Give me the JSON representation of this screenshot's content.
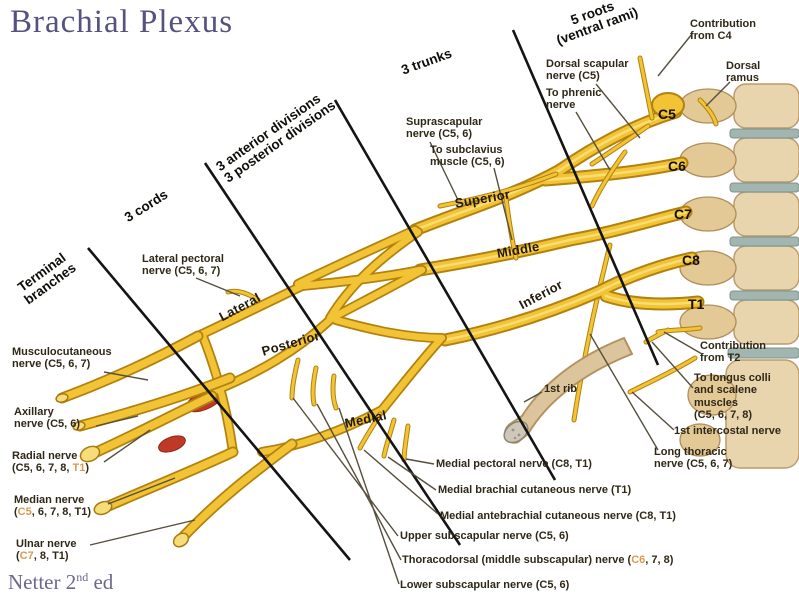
{
  "title": "Brachial Plexus",
  "credit": {
    "pre": "Netter 2",
    "sup": "nd",
    "post": " ed"
  },
  "sections": {
    "roots": "5 roots\n(ventral rami)",
    "trunks": "3 trunks",
    "divisions": "3 anterior divisions\n3 posterior divisions",
    "cords": "3 cords",
    "terminal": "Terminal\nbranches"
  },
  "trunk_labels": {
    "superior": "Superior",
    "middle": "Middle",
    "inferior": "Inferior"
  },
  "cord_labels": {
    "lateral": "Lateral",
    "posterior": "Posterior",
    "medial": "Medial"
  },
  "vertebrae": {
    "c5": "C5",
    "c6": "C6",
    "c7": "C7",
    "c8": "C8",
    "t1": "T1"
  },
  "labels": {
    "contribution_c4": "Contribution\nfrom C4",
    "dorsal_ramus": "Dorsal\nramus",
    "dorsal_scapular": "Dorsal scapular\nnerve (C5)",
    "to_phrenic": "To phrenic\nnerve",
    "suprascapular": "Suprascapular\nnerve (C5, 6)",
    "to_subclavius": "To subclavius\nmuscle (C5, 6)",
    "lateral_pectoral": "Lateral pectoral\nnerve (C5, 6, 7)",
    "musculocutaneous": "Musculocutaneous\nnerve (C5, 6, 7)",
    "axillary": "Axillary\nnerve (C5, 6)",
    "radial": {
      "line1": "Radial nerve",
      "pre": "(C5, 6, 7, 8, ",
      "fade": "T1",
      "post": ")"
    },
    "median": {
      "line1": "Median nerve",
      "pre": "(",
      "fade": "C5",
      "post": ", 6, 7, 8, T1)"
    },
    "ulnar": {
      "line1": "Ulnar nerve",
      "pre": "(",
      "fade": "C7",
      "post": ", 8, T1)"
    },
    "first_rib": "1st rib",
    "contribution_t2": "Contribution\nfrom T2",
    "longus_colli": "To longus colli\nand scalene\nmuscles\n(C5, 6, 7, 8)",
    "first_intercostal": "1st intercostal nerve",
    "long_thoracic": "Long thoracic\nnerve (C5, 6, 7)",
    "medial_pectoral": "Medial pectoral nerve (C8, T1)",
    "medial_brachial": "Medial brachial cutaneous nerve (T1)",
    "medial_antebrachial": "Medial antebrachial cutaneous nerve (C8, T1)",
    "upper_subscapular": "Upper subscapular nerve (C5, 6)",
    "thoracodorsal": {
      "pre": "Thoracodorsal (middle subscapular) nerve (",
      "fade": "C6",
      "post": ", 7, 8)"
    },
    "lower_subscapular": "Lower subscapular nerve (C5, 6)"
  },
  "colors": {
    "title": "#56517f",
    "nerve_yellow": "#f2c335",
    "nerve_outline": "#b2820f",
    "bone": "#e8d4ad",
    "disc": "#a3b5b0",
    "artery": "#bf3a26",
    "faded_text": "#d89952",
    "label_text": "#2f2817"
  }
}
